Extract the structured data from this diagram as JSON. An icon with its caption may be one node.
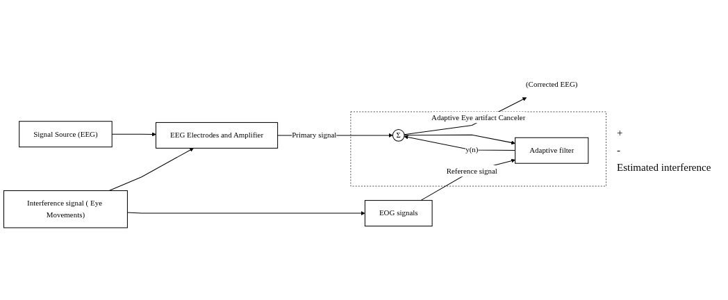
{
  "diagram": {
    "nodes": [
      {
        "text": [
          "Signal Source (EEG)"
        ]
      },
      {
        "text": [
          "EEG Electrodes and Amplifier"
        ]
      },
      {
        "text": [
          "Interference signal ( Eye Movements)"
        ]
      },
      {
        "text": [
          "EOG signals"
        ]
      },
      {
        "text": [
          "Adaptive Eye artifact Canceler"
        ]
      },
      {
        "text": [
          "Σ"
        ],
        "in": 4
      },
      {
        "text": [
          "Adaptive filter"
        ],
        "in": 4
      },
      {
        "text": [
          "(Corrected EEG)"
        ]
      }
    ],
    "edges": [
      {
        "from": 0,
        "to": 1,
        "arrow": "to"
      },
      {
        "from": 2,
        "to": 1,
        "arrow": "to"
      },
      {
        "from": 2,
        "to": 3,
        "arrow": "to"
      },
      {
        "from": 1,
        "to": 5,
        "label": "Primary signal",
        "arrow": "to"
      },
      {
        "from": 3,
        "to": 6,
        "label": "Reference signal",
        "arrow": "to"
      },
      {
        "from": 6,
        "to": 5,
        "label": "y(n)",
        "arrow": "to"
      },
      {
        "from": 5,
        "to": 7,
        "arrow": "to"
      },
      {
        "from": 5,
        "to": 6,
        "arrow": "to"
      }
    ],
    "labels": [
      "+",
      "-",
      "Estimated interference"
    ]
  }
}
